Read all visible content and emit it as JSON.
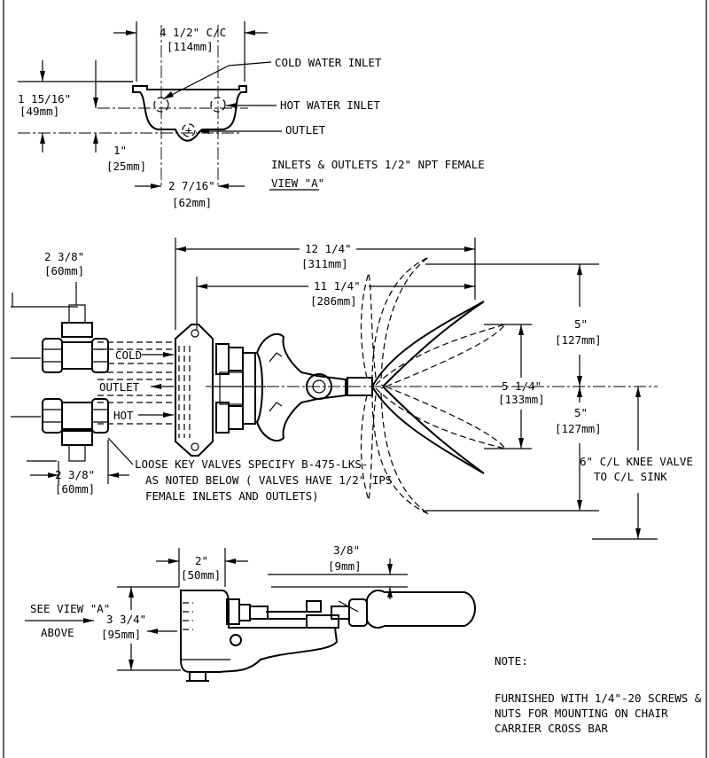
{
  "view_a": {
    "cc_in": "4 1/2\" C/C",
    "cc_mm": "[114mm]",
    "height_in": "1 15/16\"",
    "height_mm": "[49mm]",
    "offset_in": "1\"",
    "offset_mm": "[25mm]",
    "width_in": "2 7/16\"",
    "width_mm": "[62mm]",
    "cold_inlet": "COLD WATER INLET",
    "hot_inlet": "HOT WATER INLET",
    "outlet": "OUTLET",
    "note": "INLETS & OUTLETS 1/2\" NPT FEMALE",
    "caption": "VIEW \"A\""
  },
  "plan": {
    "overall_in": "12 1/4\"",
    "overall_mm": "[311mm]",
    "reach_in": "11 1/4\"",
    "reach_mm": "[286mm]",
    "swing_in": "5 1/4\"",
    "swing_mm": "[133mm]",
    "up_in": "5\"",
    "up_mm": "[127mm]",
    "down_in": "5\"",
    "down_mm": "[127mm]",
    "tee_top_in": "2 3/8\"",
    "tee_top_mm": "[60mm]",
    "tee_bot_in": "2 3/8\"",
    "tee_bot_mm": "[60mm]",
    "cold": "COLD",
    "outlet": "OUTLET",
    "hot": "HOT",
    "valve_note_1": "LOOSE KEY VALVES SPECIFY B-475-LKS-",
    "valve_note_2": "AS NOTED BELOW  ( VALVES HAVE 1/2\" IPS",
    "valve_note_3": "FEMALE INLETS AND OUTLETS)",
    "knee_1": "6\" C/L KNEE VALVE",
    "knee_2": "TO C/L SINK"
  },
  "side": {
    "depth_in": "2\"",
    "depth_mm": "[50mm]",
    "lift_in": "3/8\"",
    "lift_mm": "[9mm]",
    "height_in": "3 3/4\"",
    "height_mm": "[95mm]",
    "see_view": "SEE VIEW \"A\"",
    "above": "ABOVE"
  },
  "notes": {
    "heading": "NOTE:",
    "line1": "FURNISHED WITH 1/4\"-20 SCREWS &",
    "line2": "NUTS FOR MOUNTING ON CHAIR",
    "line3": "CARRIER CROSS BAR"
  }
}
